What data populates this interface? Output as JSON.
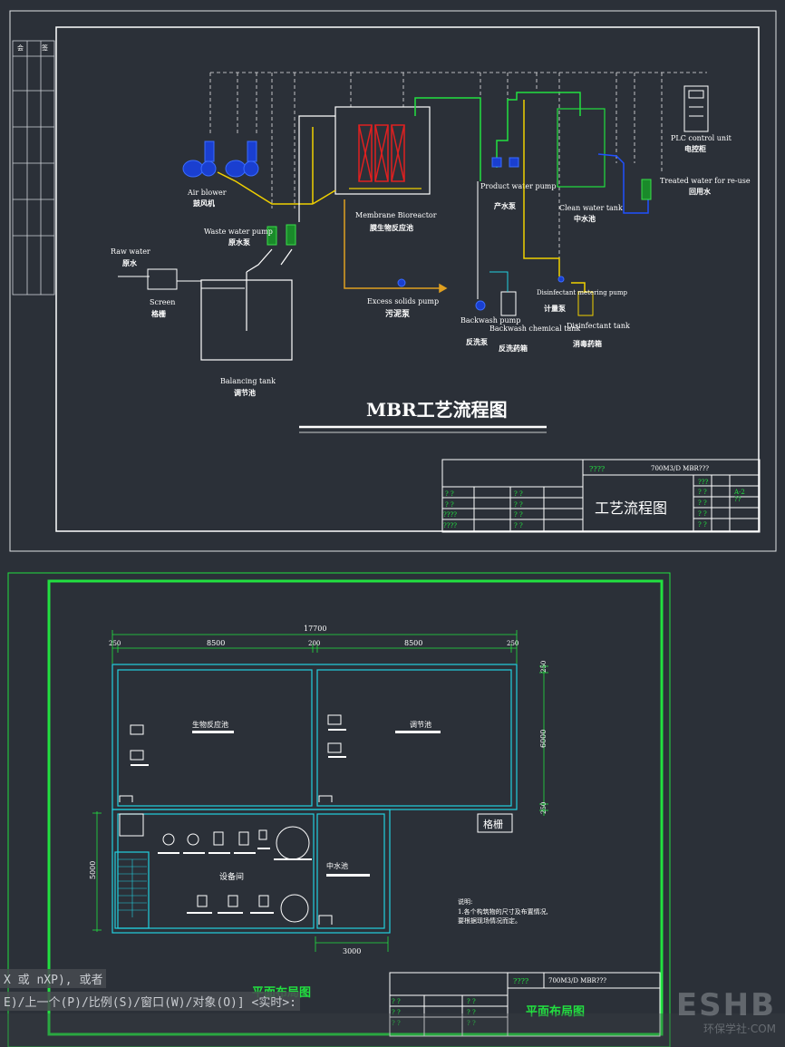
{
  "process_drawing": {
    "labels": {
      "plc": "PLC control unit",
      "plc_cn": "电控柜",
      "treated": "Treated water for re-use",
      "treated_cn": "回用水",
      "air_blower": "Air blower",
      "air_blower_cn": "鼓风机",
      "mbr": "Membrane Bioreactor",
      "mbr_cn": "膜生物反应池",
      "product_pump": "Product water pump",
      "product_pump_cn": "产水泵",
      "clean_tank": "Clean water tank",
      "clean_tank_cn": "中水池",
      "waste_pump": "Waste water pump",
      "waste_pump_cn": "原水泵",
      "raw_water": "Raw water",
      "raw_water_cn": "原水",
      "screen": "Screen",
      "screen_cn": "格栅",
      "excess_pump": "Excess solids pump",
      "excess_pump_cn": "污泥泵",
      "disinf_pump": "Disinfectant metering pump",
      "disinf_pump_cn": "计量泵",
      "backwash_pump": "Backwash pump",
      "backwash_pump_cn": "反洗泵",
      "backwash_tank": "Backwash chemical tank",
      "backwash_tank_cn": "反洗药箱",
      "disinf_tank": "Disinfectant tank",
      "disinf_tank_cn": "消毒药箱",
      "balancing": "Balancing tank",
      "balancing_cn": "调节池"
    },
    "title": "MBR工艺流程图",
    "title_block": {
      "project": "700M3/D MBR???",
      "project_label": "????",
      "drawing_name": "工艺流程图",
      "sheet": "A-2",
      "sheet2": "??"
    },
    "side_strip": [
      "会",
      "签"
    ]
  },
  "layout_drawing": {
    "dims": {
      "total": "17700",
      "d250a": "250",
      "d8500a": "8500",
      "d200": "200",
      "d8500b": "8500",
      "d250b": "250",
      "v250a": "250",
      "v6000": "6000",
      "v250b": "250",
      "v5000": "5000",
      "bottom": "3000"
    },
    "rooms": {
      "bio": "生物反应池",
      "balance": "调节池",
      "equipment": "设备间",
      "clean": "中水池",
      "screen": "格栅"
    },
    "notes": {
      "title": "说明:",
      "line1": "1.各个构筑物的尺寸及布置情况,",
      "line2": "要根据现场情况而定。"
    },
    "title": "平面布局图",
    "title_block": {
      "project": "700M3/D MBR???",
      "project_label": "????",
      "drawing_name": "平面布局图"
    }
  },
  "command_line": {
    "line1": "X 或 nXP), 或者",
    "line2": "E)/上一个(P)/比例(S)/窗口(W)/对象(O)] <实时>:"
  },
  "watermark": {
    "big": "ESHB",
    "small": "环保学社·COM"
  }
}
